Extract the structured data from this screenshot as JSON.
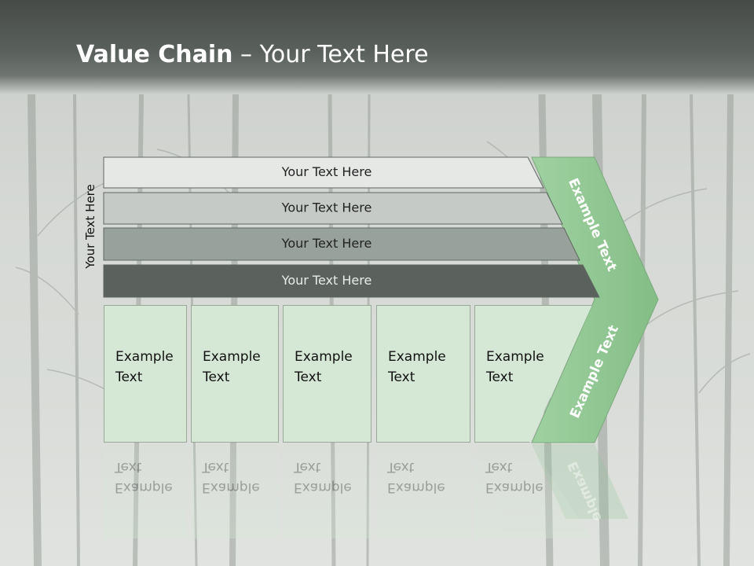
{
  "title": {
    "bold": "Value Chain",
    "rest": " – Your Text Here"
  },
  "side_label": "Your Text Here",
  "rows": [
    "Your Text Here",
    "Your Text Here",
    "Your Text Here",
    "Your Text Here"
  ],
  "row_colors": [
    "#e6e8e6",
    "#c5cac6",
    "#98a19b",
    "#5b625e"
  ],
  "row_text_colors": [
    "#222222",
    "#222222",
    "#222222",
    "#e8ece9"
  ],
  "boxes": [
    {
      "line1": "Example",
      "line2": "Text"
    },
    {
      "line1": "Example",
      "line2": "Text"
    },
    {
      "line1": "Example",
      "line2": "Text"
    },
    {
      "line1": "Example",
      "line2": "Text"
    },
    {
      "line1": "Example",
      "line2": "Text"
    }
  ],
  "chevron": {
    "upper_text": "Example Text",
    "lower_text": "Example Text",
    "color": "#8cc48e"
  }
}
